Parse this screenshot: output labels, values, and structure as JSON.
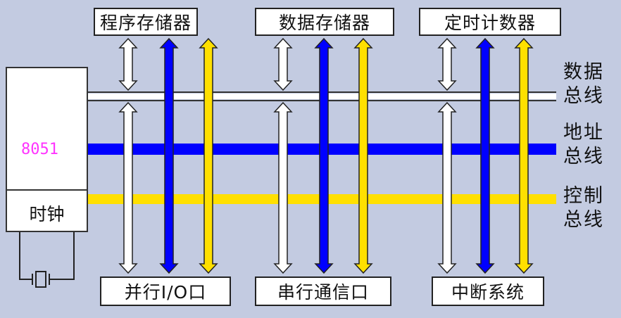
{
  "top_units": [
    {
      "label": "程序存储器"
    },
    {
      "label": "数据存储器"
    },
    {
      "label": "定时计数器"
    }
  ],
  "bottom_units": [
    {
      "label": "并行I/O口"
    },
    {
      "label": "串行通信口"
    },
    {
      "label": "中断系统"
    }
  ],
  "cpu": {
    "name": "8051",
    "clock_label": "时钟"
  },
  "buses": [
    {
      "label_line1": "数据",
      "label_line2": "总线",
      "color": "#ffffff"
    },
    {
      "label_line1": "地址",
      "label_line2": "总线",
      "color": "#0000ff"
    },
    {
      "label_line1": "控制",
      "label_line2": "总线",
      "color": "#ffe000"
    }
  ],
  "colors": {
    "background": "#c3cbe1",
    "data_arrow": "#ffffff",
    "address_arrow": "#0000ff",
    "control_arrow": "#ffe000",
    "outline": "#333333"
  }
}
